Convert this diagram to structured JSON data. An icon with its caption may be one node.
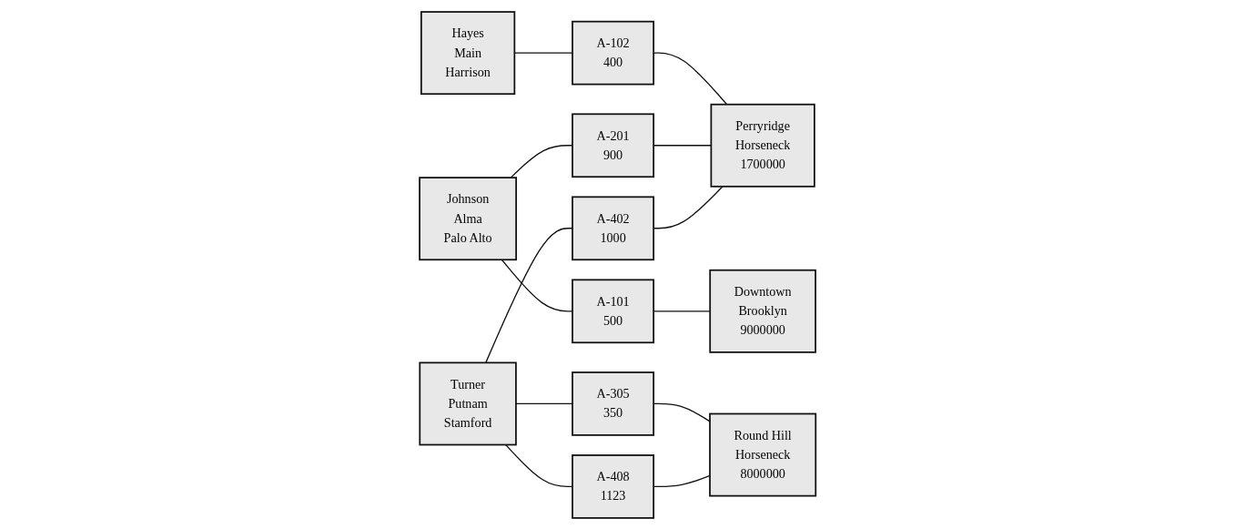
{
  "diagram": {
    "nodes": [
      {
        "text": [
          "Hayes",
          "Main",
          "Harrison"
        ]
      },
      {
        "text": [
          "Johnson",
          "Alma",
          "Palo Alto"
        ]
      },
      {
        "text": [
          "Turner",
          "Putnam",
          "Stamford"
        ]
      },
      {
        "text": [
          "A-102",
          "400"
        ]
      },
      {
        "text": [
          "A-101",
          "500"
        ]
      },
      {
        "text": [
          "A-201",
          "900"
        ]
      },
      {
        "text": [
          "A-305",
          "350"
        ]
      },
      {
        "text": [
          "A-402",
          "1000"
        ]
      },
      {
        "text": [
          "A-408",
          "1123"
        ]
      },
      {
        "text": [
          "Perryridge",
          "Horseneck",
          "1700000"
        ]
      },
      {
        "text": [
          "Downtown",
          "Brooklyn",
          "9000000"
        ]
      },
      {
        "text": [
          "Round Hill",
          "Horseneck",
          "8000000"
        ]
      }
    ],
    "edges": [
      {
        "from": 0,
        "to": 3,
        "arrow": "none"
      },
      {
        "from": 3,
        "to": 9,
        "arrow": "none"
      },
      {
        "from": 1,
        "to": 4,
        "arrow": "none"
      },
      {
        "from": 1,
        "to": 5,
        "arrow": "none"
      },
      {
        "from": 4,
        "to": 10,
        "arrow": "none"
      },
      {
        "from": 5,
        "to": 9,
        "arrow": "none"
      },
      {
        "from": 2,
        "to": 6,
        "arrow": "none"
      },
      {
        "from": 2,
        "to": 7,
        "arrow": "none"
      },
      {
        "from": 2,
        "to": 8,
        "arrow": "none"
      },
      {
        "from": 6,
        "to": 11,
        "arrow": "none"
      },
      {
        "from": 7,
        "to": 9,
        "arrow": "none"
      },
      {
        "from": 8,
        "to": 11,
        "arrow": "none"
      }
    ]
  }
}
